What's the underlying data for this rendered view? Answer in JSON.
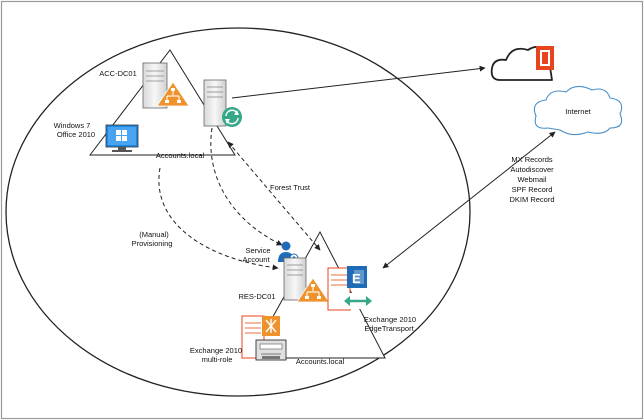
{
  "labels": {
    "acc_dc01": "ACC-DC01",
    "windows7": "Windows 7",
    "office2010": "Office 2010",
    "accounts_local_top": "Accounts.local",
    "internet": "Internet",
    "forest_trust": "Forest Trust",
    "manual": "(Manual)",
    "provisioning": "Provisioning",
    "service": "Service",
    "account": "Account",
    "res_dc01": "RES-DC01",
    "exchange_edge_1": "Exchange 2010",
    "exchange_edge_2": "EdgeTransport",
    "exchange_multi_1": "Exchange 2010",
    "exchange_multi_2": "multi-role",
    "accounts_local_bottom": "Accounts.local",
    "mx_records": "MX Records",
    "autodiscover": "Autodiscover",
    "webmail": "Webmail",
    "spf_record": "SPF Record",
    "dkim_record": "DKIM Record"
  },
  "icons": {
    "office365": "office365-cloud-icon",
    "sync": "dirsync-sync-icon",
    "exchange": "exchange-icon"
  },
  "colors": {
    "ad_orange": "#F0922B",
    "office_red": "#E8441E",
    "sync_green": "#35A88A",
    "exchange_blue": "#1E6BB8",
    "windows_blue": "#1E88E5",
    "line": "#222222",
    "border": "#9A9A9A"
  }
}
